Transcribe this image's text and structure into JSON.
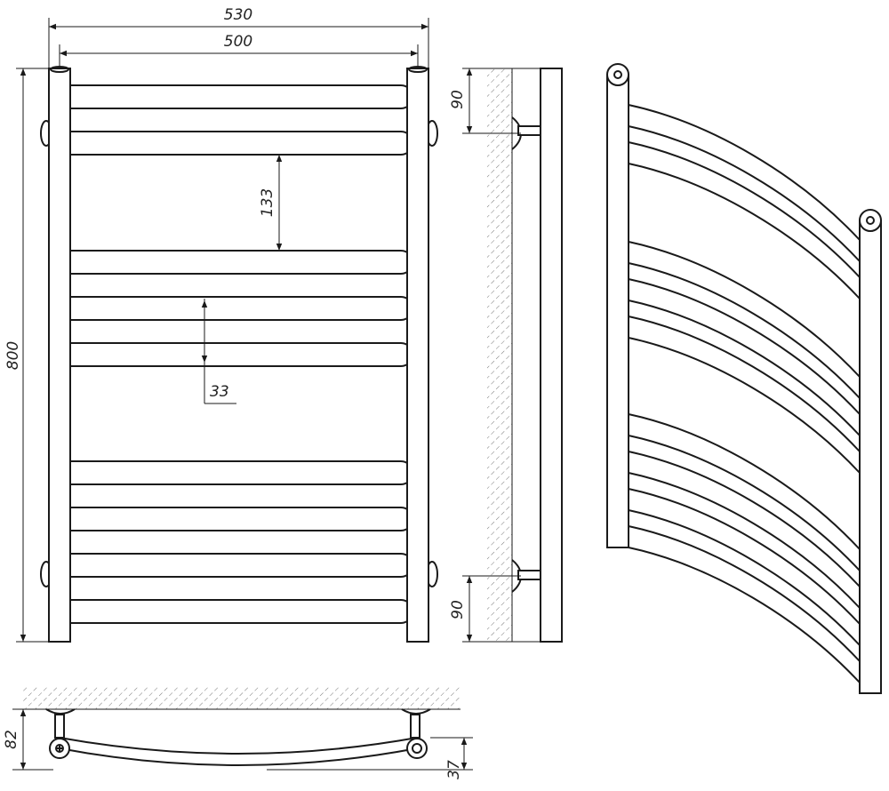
{
  "front_view": {
    "total_width": "530",
    "axis_width": "500",
    "height": "800",
    "rail_pitch": "133",
    "rail_diameter": "33"
  },
  "side_view": {
    "top_mount_offset": "90",
    "bottom_mount_offset": "90"
  },
  "top_view": {
    "wall_depth": "82",
    "curve_depth": "37"
  }
}
